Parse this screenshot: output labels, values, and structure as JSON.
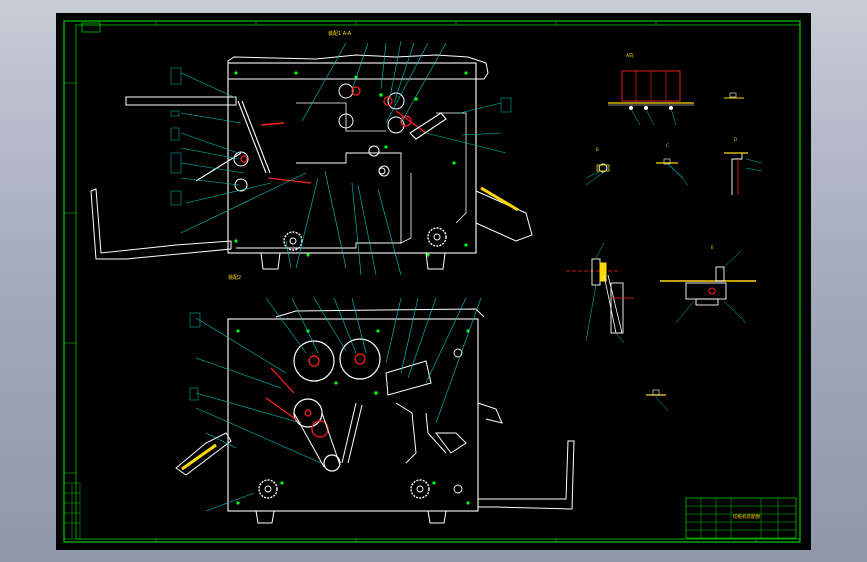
{
  "drawing": {
    "top_view_label": "装配1 A-A",
    "bottom_view_label": "装配2",
    "detail_labels": [
      "A向",
      "B",
      "C",
      "D",
      "E"
    ],
    "title_block": {
      "name": "切纸机装配图",
      "rows": [
        "",
        "",
        "",
        ""
      ]
    },
    "colors": {
      "background": "#000000",
      "frame": "#00c800",
      "outline": "#ffffff",
      "leader": "#00c8c8",
      "accent_red": "#ff2020",
      "accent_yellow": "#ffd800",
      "accent_green": "#00ff00"
    },
    "icons": [
      "gear-icon",
      "roller-icon",
      "bolt-icon"
    ]
  }
}
